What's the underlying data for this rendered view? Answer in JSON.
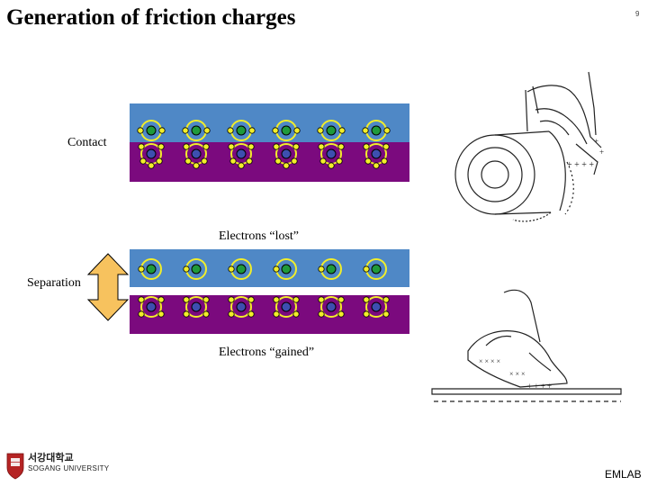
{
  "slide": {
    "title": "Generation of friction charges",
    "page_number": "9",
    "footer": "EMLAB"
  },
  "labels": {
    "contact": "Contact",
    "electrons_lost": "Electrons “lost”",
    "separation": "Separation",
    "electrons_gained": "Electrons “gained”"
  },
  "logo": {
    "korean_name": "서강대학교",
    "english_name": "SOGANG UNIVERSITY"
  },
  "colors": {
    "upper_material": "#4f88c6",
    "lower_material": "#7b0a7e",
    "nucleus_upper": "#1f9a3b",
    "nucleus_lower": "#3d4fb0",
    "electron": "#f2ee2a",
    "arrow": "#f7c25e"
  }
}
